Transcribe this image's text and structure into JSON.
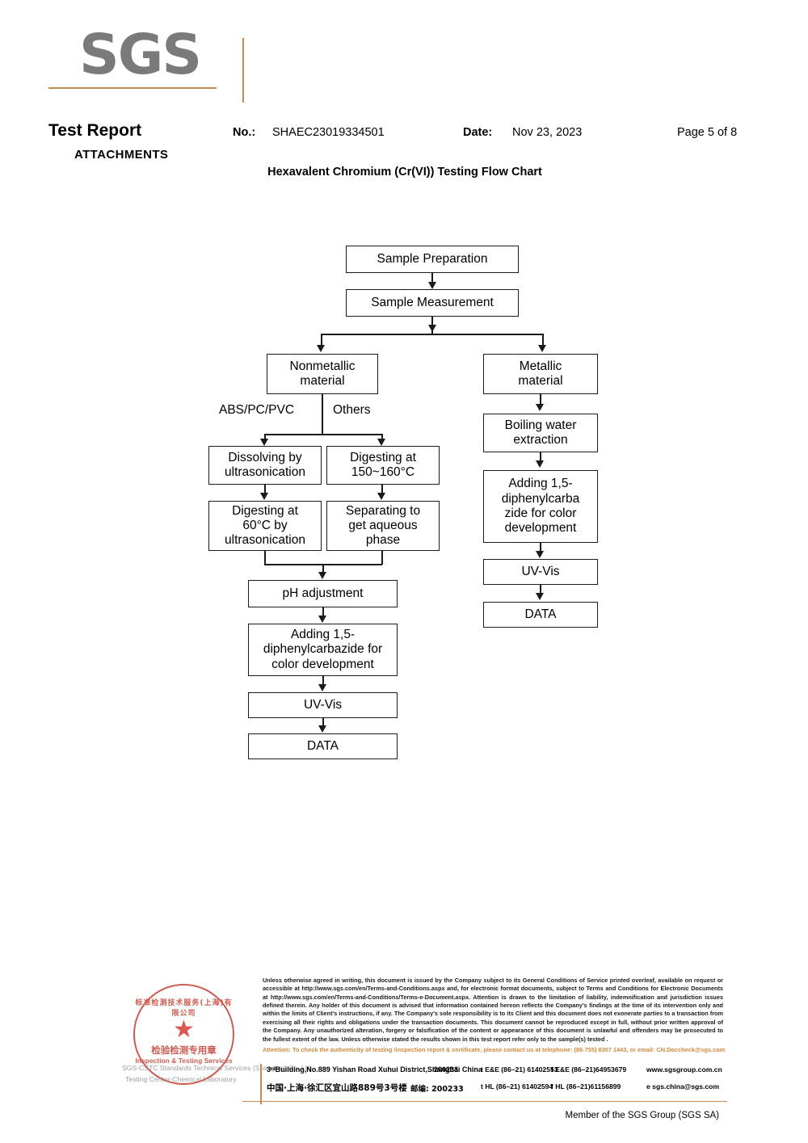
{
  "logo": {
    "text": "SGS"
  },
  "header": {
    "title": "Test Report",
    "attachments": "ATTACHMENTS",
    "no_label": "No.:",
    "no_value": "SHAEC23019334501",
    "date_label": "Date:",
    "date_value": "Nov 23, 2023",
    "page": "Page 5 of 8",
    "chart_title": "Hexavalent Chromium (Cr(VI)) Testing Flow Chart"
  },
  "flowchart": {
    "nodes": {
      "sample_preparation": "Sample Preparation",
      "sample_measurement": "Sample Measurement",
      "nonmetallic_material": "Nonmetallic\nmaterial",
      "metallic_material": "Metallic\nmaterial",
      "dissolving_ultrasonication": "Dissolving by\nultrasonication",
      "digesting_150_160": "Digesting at\n150~160°C",
      "digesting_60_ultrasonication": "Digesting at\n60°C by\nultrasonication",
      "separating_aqueous": "Separating to\nget aqueous\nphase",
      "ph_adjustment": "pH adjustment",
      "adding_dpc_left": "Adding 1,5-\ndiphenylcarbazide for\ncolor development",
      "uv_vis_left": "UV-Vis",
      "data_left": "DATA",
      "boiling_water": "Boiling water\nextraction",
      "adding_dpc_right": "Adding 1,5-\ndiphenylcarba\nzide for color\ndevelopment",
      "uv_vis_right": "UV-Vis",
      "data_right": "DATA"
    },
    "branch_labels": {
      "abs_pc_pvc": "ABS/PC/PVC",
      "others": "Others"
    }
  },
  "stamp": {
    "arc_top": "标准检测技术服务(上海)有限公司",
    "chinese": "检验检测专用章",
    "english": "Inspection & Testing Services",
    "star": "★",
    "watermark_line1": "SGS-CSTC Standards Technical Services (Shanghai) Co.,Ltd.",
    "watermark_line2": "Testing Center-Chemical Laboratory"
  },
  "footer": {
    "legal": "Unless otherwise agreed in writing, this document is issued by the Company subject to its General Conditions of Service printed overleaf, available on request or accessible at http://www.sgs.com/en/Terms-and-Conditions.aspx and, for electronic format documents, subject to Terms and Conditions for Electronic Documents at http://www.sgs.com/en/Terms-and-Conditions/Terms-e-Document.aspx. Attention is drawn to the limitation of liability, indemnification and jurisdiction issues defined therein. Any holder of this document is advised that information contained hereon reflects the Company's findings at the time of its intervention only and within the limits of Client's instructions, if any. The Company's sole responsibility is to its Client and this document does not exonerate parties to a transaction from exercising all their rights and obligations under the transaction documents. This document cannot be reproduced except in full, without prior written approval of the Company. Any unauthorized alteration, forgery or falsification of the content or appearance of this document is unlawful and offenders may be prosecuted to the fullest extent of the law. Unless otherwise stated the results shown in this test report refer only to the sample(s) tested .",
    "attention": "Attention: To check the authenticity of testing /inspection report & certificate, please contact us at telephone: (86-755) 8307 1443, or email: CN.Doccheck@sgs.com",
    "address_en": "3ʳᵈBuilding,No.889 Yishan Road Xuhui District,Shanghai China",
    "address_cn": "中国·上海·徐汇区宜山路889号3号楼",
    "zip_en": "200233",
    "zip_cn": "邮编: 200233",
    "contact1": "t E&E (86–21) 61402553",
    "contact2": "t HL (86–21) 61402594",
    "contact3": "f E&E (86–21)64953679",
    "contact4": "f HL (86–21)61156899",
    "website": "www.sgsgroup.com.cn",
    "email": "e  sgs.china@sgs.com",
    "member": "Member of the SGS Group (SGS SA)"
  },
  "colors": {
    "brand_gray": "#7a7a7a",
    "brand_orange": "#c08a52",
    "stamp_red": "#c0392b"
  }
}
